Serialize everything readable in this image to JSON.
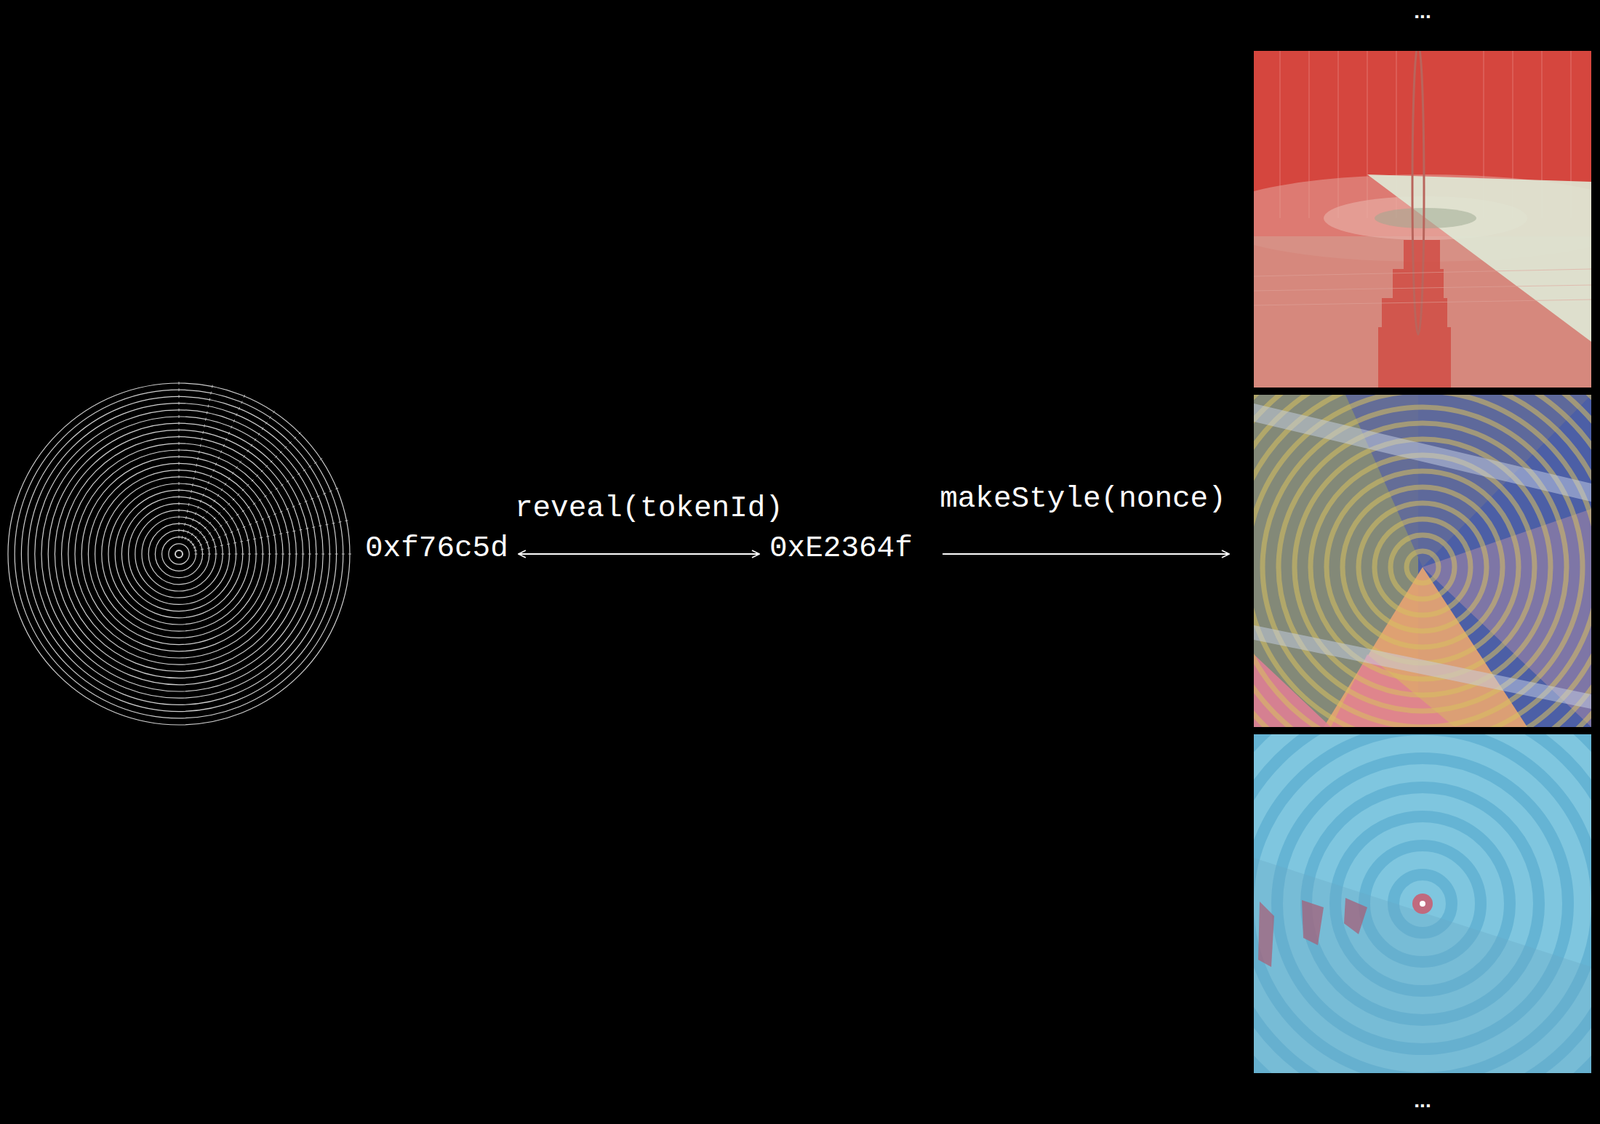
{
  "diagram": {
    "nodes": [
      {
        "text": [
          "0xf76c5d"
        ]
      },
      {
        "text": [
          "0xE2364f"
        ]
      }
    ],
    "edges": [
      {
        "from": 0,
        "to": 1,
        "label": "reveal(tokenId)",
        "arrow": "both"
      }
    ],
    "labels": [
      "makeStyle(nonce)",
      "...",
      "..."
    ]
  }
}
